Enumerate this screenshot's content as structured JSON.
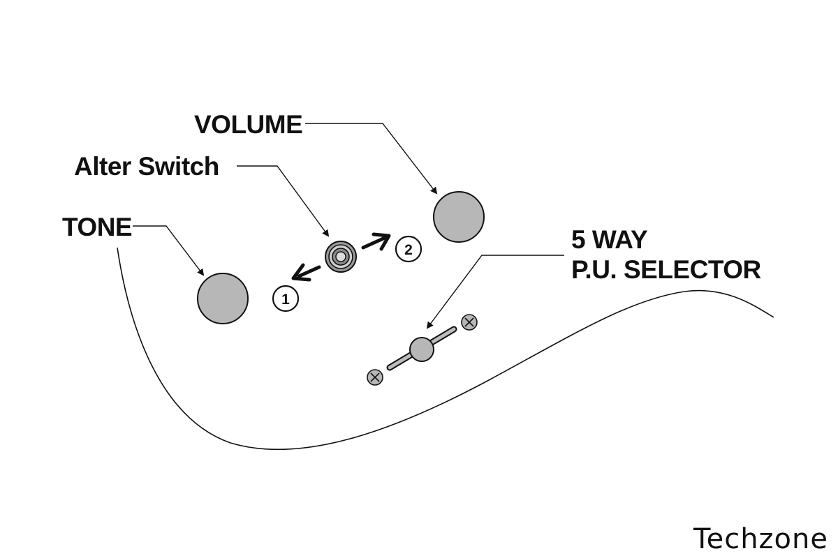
{
  "labels": {
    "volume": "VOLUME",
    "alter_switch": "Alter Switch",
    "tone": "TONE",
    "selector_line1": "5 WAY",
    "selector_line2": "P.U. SELECTOR"
  },
  "switch_positions": {
    "pos1": "1",
    "pos2": "2"
  },
  "brand": {
    "watermark": "Techzone"
  },
  "colors": {
    "knob_fill": "#b7b7b7",
    "stroke": "#111111",
    "background": "#ffffff"
  }
}
